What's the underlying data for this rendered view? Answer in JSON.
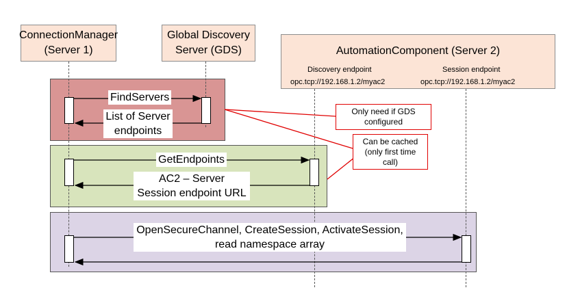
{
  "participants": {
    "cm": {
      "line1": "ConnectionManager",
      "line2": "(Server 1)"
    },
    "gds": {
      "line1": "Global Discovery",
      "line2": "Server (GDS)"
    },
    "ac": {
      "title": "AutomationComponent (Server 2)",
      "discovery_label": "Discovery endpoint",
      "discovery_url": "opc.tcp://192.168.1.2/myac2",
      "session_label": "Session endpoint",
      "session_url": "opc.tcp://192.168.1.2/myac2"
    }
  },
  "messages": {
    "find_servers": "FindServers",
    "server_endpoints_1": "List of Server",
    "server_endpoints_2": "endpoints",
    "get_endpoints": "GetEndpoints",
    "session_url_1": "AC2 – Server",
    "session_url_2": "Session endpoint URL",
    "secure_channel_1": "OpenSecureChannel, CreateSession, ActivateSession,",
    "secure_channel_2": "read namespace array"
  },
  "notes": {
    "gds_note_1": "Only need if GDS",
    "gds_note_2": "configured",
    "cache_note_1": "Can be cached",
    "cache_note_2": "(only first time",
    "cache_note_3": "call)"
  },
  "colors": {
    "participant_fill": "#fce4d6",
    "band_red": "#d99594",
    "band_green": "#d8e4bc",
    "band_purple": "#dcd4e6",
    "note_border": "#e00000"
  }
}
